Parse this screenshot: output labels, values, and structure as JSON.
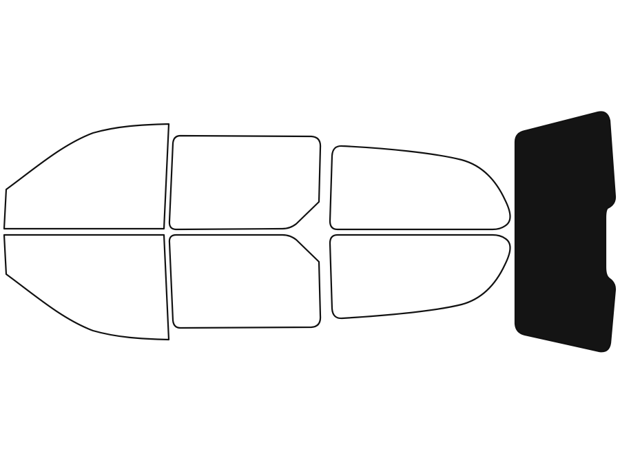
{
  "diagram": {
    "colors": {
      "background": "#ffffff",
      "outline": "#111111",
      "unfilled": "#ffffff",
      "filled": "#141414"
    },
    "panes": [
      {
        "name": "front-left-window",
        "filled": false
      },
      {
        "name": "front-right-window",
        "filled": false
      },
      {
        "name": "rear-left-door-window",
        "filled": false
      },
      {
        "name": "rear-right-door-window",
        "filled": false
      },
      {
        "name": "rear-left-quarter-window",
        "filled": false
      },
      {
        "name": "rear-right-quarter-window",
        "filled": false
      },
      {
        "name": "rear-windshield",
        "filled": true
      }
    ]
  }
}
